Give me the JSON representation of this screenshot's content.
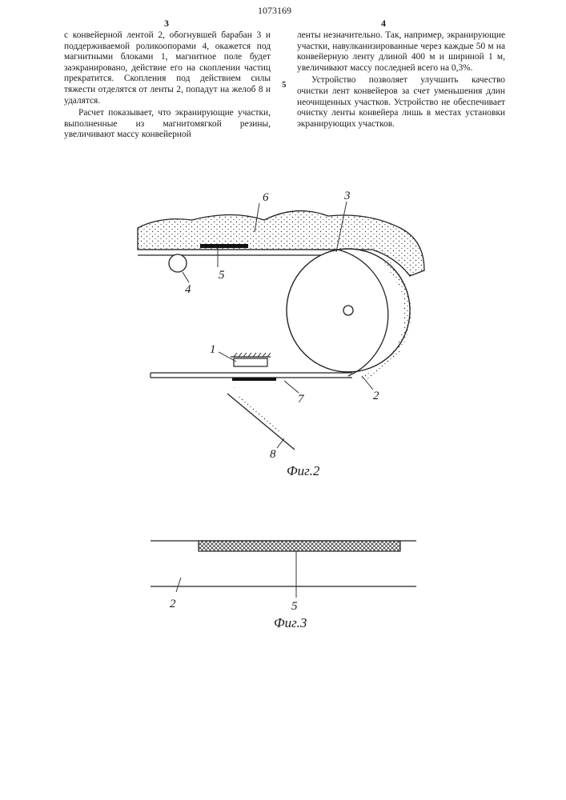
{
  "header": {
    "patent_number": "1073169",
    "left_col_num": "3",
    "right_col_num": "4",
    "line_marker": "5"
  },
  "left_column": [
    "с конвейерной лентой 2, обогнувшей барабан 3 и поддерживаемой роликоопорами 4, окажется под магнитными блоками 1, магнитное поле будет заэкранировано, действие его на скоплении частиц прекратится. Скопления под действием силы тяжести отделятся от ленты 2, попадут на желоб 8 и удалятся.",
    "Расчет показывает, что экранирующие участки, выполненные из магнитомягкой резины, увеличивают массу конвейерной"
  ],
  "right_column": [
    "ленты незначительно. Так, например, экранирующие участки, навулканизированные через каждые 50 м на конвейерную ленту длиной 400 м и шириной 1 м, увеличивают массу последней всего на 0,3%.",
    "Устройство позволяет улучшить качество очистки лент конвейеров за счет уменьшения длин неочищенных участков. Устройство не обеспечивает очистку ленты конвейера лишь в местах установки экранирующих участков."
  ],
  "figure2": {
    "caption": "Фиг.2",
    "labels": {
      "l1": "1",
      "l2": "2",
      "l3": "3",
      "l4": "4",
      "l5": "5",
      "l6": "6",
      "l7": "7",
      "l8": "8"
    }
  },
  "figure3": {
    "caption": "Фиг.3",
    "labels": {
      "l2": "2",
      "l5": "5"
    }
  }
}
